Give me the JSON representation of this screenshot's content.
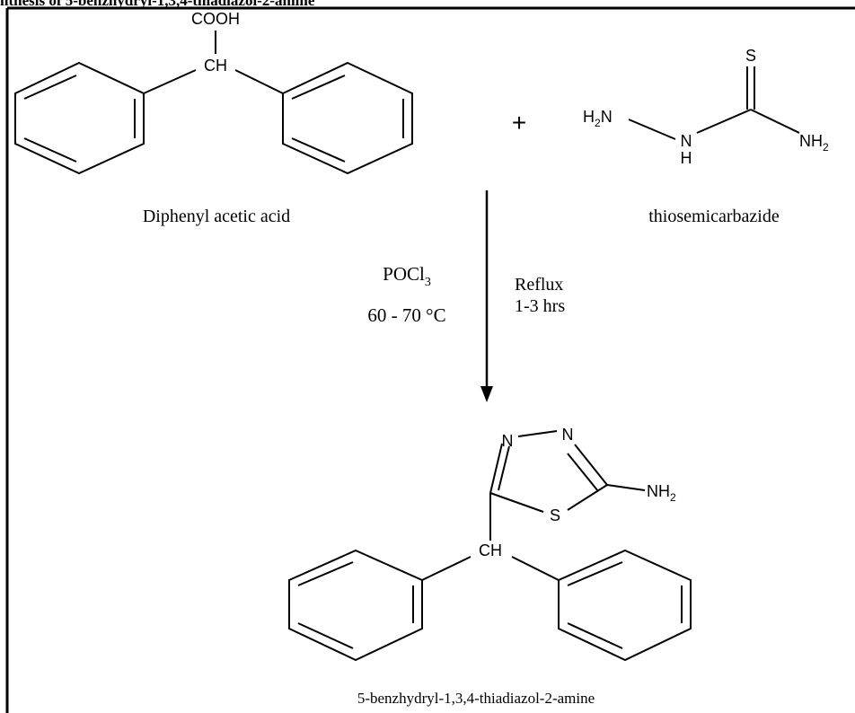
{
  "title": "nthesis of 5-benzhydryl-1,3,4-thiadiazol-2-amine",
  "reactant1": {
    "name": "Diphenyl acetic acid",
    "cooh": "COOH",
    "ch": "CH"
  },
  "plus": "+",
  "reactant2": {
    "name": "thiosemicarbazide",
    "s": "S",
    "h2n": {
      "main": "H",
      "sub": "2",
      "tail": "N"
    },
    "nh_n": "N",
    "nh_h": "H",
    "nh2": {
      "main": "NH",
      "sub": "2"
    }
  },
  "conditions": {
    "reagent": {
      "main": "POCl",
      "sub": "3"
    },
    "temperature": "60 - 70 °C",
    "reflux": "Reflux",
    "time": "1-3 hrs"
  },
  "product": {
    "name": "5-benzhydryl-1,3,4-thiadiazol-2-amine",
    "n1": "N",
    "n2": "N",
    "s": "S",
    "nh2": {
      "main": "NH",
      "sub": "2"
    },
    "ch": "CH"
  }
}
